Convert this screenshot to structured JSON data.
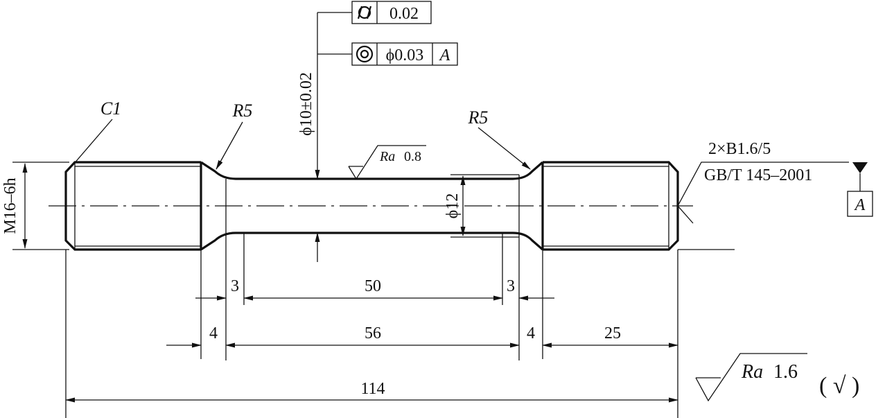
{
  "drawing": {
    "dims": {
      "chamfer": "C1",
      "radius_left": "R5",
      "radius_right": "R5",
      "dia_center_tol": "ϕ10±0.02",
      "dia_shoulder": "ϕ12",
      "thread": "M16–6h",
      "len_3_left": "3",
      "len_50": "50",
      "len_3_right": "3",
      "len_4_left": "4",
      "len_56": "56",
      "len_4_right": "4",
      "len_25": "25",
      "len_114": "114"
    },
    "gdt": {
      "cylindricity_value": "0.02",
      "concentricity_value": "ϕ0.03",
      "concentricity_datum": "A",
      "datum_label": "A"
    },
    "surface": {
      "center_ra_label": "Ra",
      "center_ra_value": "0.8",
      "general_ra_label": "Ra",
      "general_ra_value": "1.6",
      "general_paren": "( √ )"
    },
    "center_hole": {
      "spec": "2×B1.6/5",
      "standard": "GB/T 145–2001"
    }
  }
}
